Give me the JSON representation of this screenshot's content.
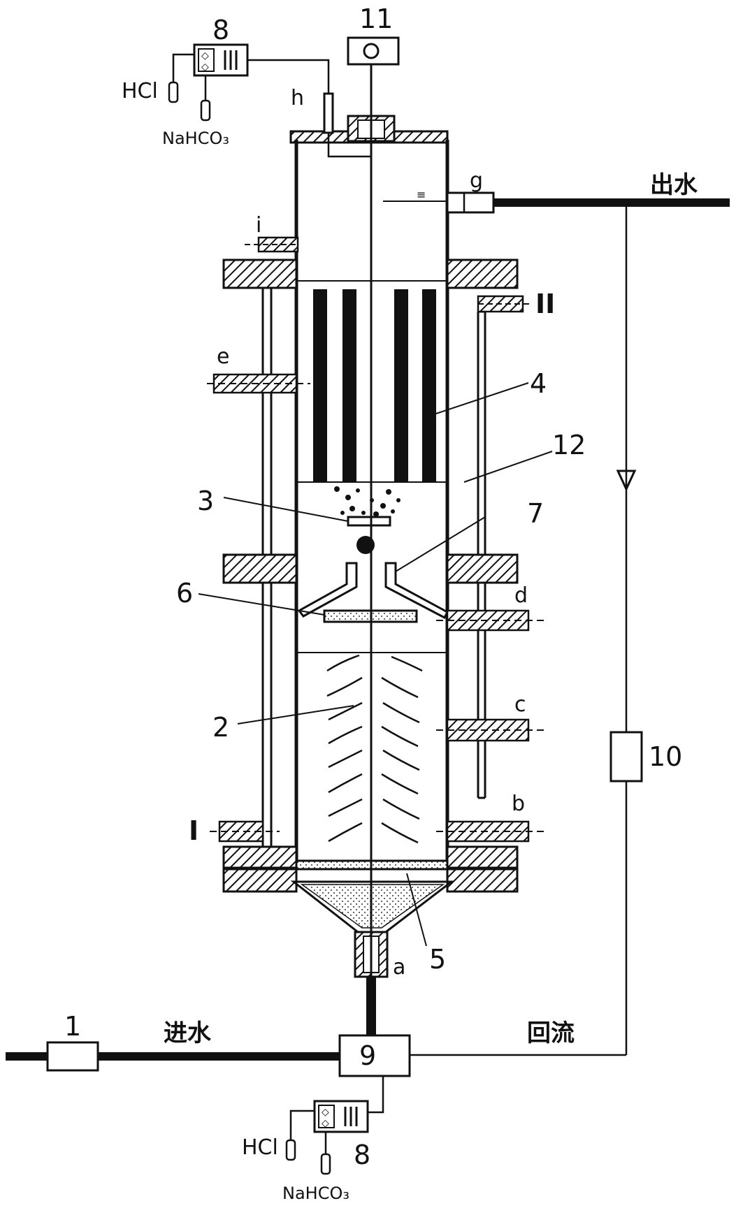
{
  "labels": {
    "n1": "1",
    "n2": "2",
    "n3": "3",
    "n4": "4",
    "n5": "5",
    "n6": "6",
    "n7": "7",
    "n8_top": "8",
    "n8_bottom": "8",
    "n9": "9",
    "n10": "10",
    "n11": "11",
    "n12": "12",
    "port_a": "a",
    "port_b": "b",
    "port_c": "c",
    "port_d": "d",
    "port_e": "e",
    "port_g": "g",
    "port_h": "h",
    "port_i": "i",
    "jacket_in": "I",
    "jacket_out": "II"
  },
  "streams": {
    "inlet": "进水",
    "outlet": "出水",
    "reflux": "回流"
  },
  "reagents": {
    "acid_top": "HCl",
    "base_top": "NaHCO₃",
    "acid_bottom": "HCl",
    "base_bottom": "NaHCO₃"
  }
}
